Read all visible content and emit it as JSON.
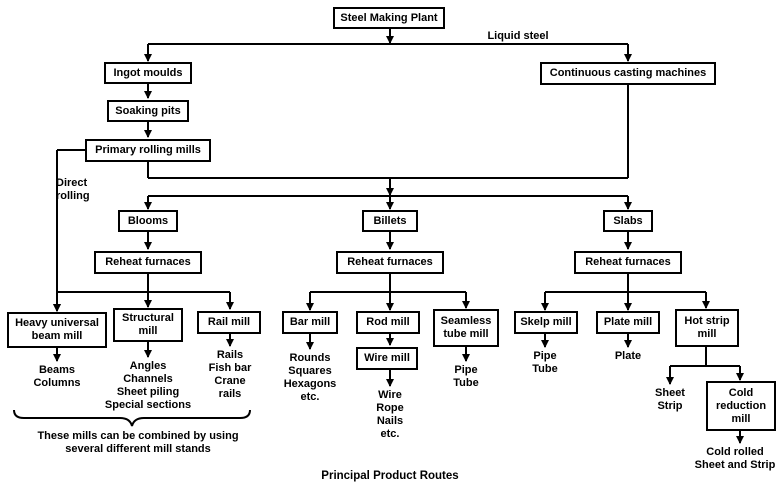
{
  "diagram": {
    "caption": "Principal Product Routes",
    "nodes": {
      "plant": "Steel Making Plant",
      "ingot": "Ingot moulds",
      "soaking": "Soaking pits",
      "primary": "Primary rolling mills",
      "continuous": "Continuous casting machines",
      "blooms": "Blooms",
      "billets": "Billets",
      "slabs": "Slabs",
      "reheat_blooms": "Reheat furnaces",
      "reheat_billets": "Reheat furnaces",
      "reheat_slabs": "Reheat furnaces",
      "heavy": "Heavy universal\nbeam mill",
      "structural": "Structural\nmill",
      "rail": "Rail mill",
      "bar": "Bar mill",
      "rod": "Rod mill",
      "wire": "Wire mill",
      "seamless": "Seamless\ntube mill",
      "skelp": "Skelp mill",
      "plate": "Plate mill",
      "hotstrip": "Hot strip\nmill",
      "coldred": "Cold\nreduction\nmill"
    },
    "labels": {
      "liquid_steel": "Liquid steel",
      "direct_rolling": "Direct\nrolling"
    },
    "products": {
      "heavy": "Beams\nColumns",
      "structural": "Angles\nChannels\nSheet piling\nSpecial sections",
      "rail": "Rails\nFish bar\nCrane\nrails",
      "bar": "Rounds\nSquares\nHexagons\netc.",
      "wire": "Wire\nRope\nNails\netc.",
      "seamless": "Pipe\nTube",
      "skelp": "Pipe\nTube",
      "plate": "Plate",
      "hotstrip": "Sheet\nStrip",
      "coldred": "Cold rolled\nSheet and Strip"
    },
    "note": "These mills can be combined by using\nseveral different mill stands"
  }
}
